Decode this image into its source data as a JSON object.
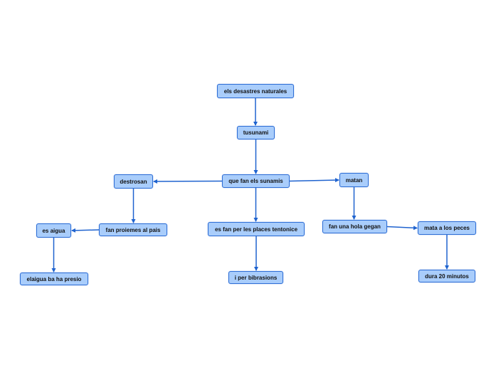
{
  "mindmap": {
    "nodes": [
      {
        "id": "n_desastres",
        "label": "els desastres naturales"
      },
      {
        "id": "n_tusunami",
        "label": "tusunami"
      },
      {
        "id": "n_quefan",
        "label": "que fan els sunamis"
      },
      {
        "id": "n_destrosan",
        "label": "destrosan"
      },
      {
        "id": "n_matan",
        "label": "matan"
      },
      {
        "id": "n_problemes",
        "label": "fan proiemes al pais"
      },
      {
        "id": "n_esaigua",
        "label": "es aigua"
      },
      {
        "id": "n_elaigua",
        "label": "elaigua ba ha presio"
      },
      {
        "id": "n_placas",
        "label": "es fan per les places tentonice"
      },
      {
        "id": "n_vibrasions",
        "label": "i per bibrasions"
      },
      {
        "id": "n_hola",
        "label": "fan una hola gegan"
      },
      {
        "id": "n_peces",
        "label": "mata a los peces"
      },
      {
        "id": "n_minutos",
        "label": "dura 20 minutos"
      }
    ],
    "edges": [
      {
        "from": "n_desastres",
        "to": "n_tusunami"
      },
      {
        "from": "n_tusunami",
        "to": "n_quefan"
      },
      {
        "from": "n_quefan",
        "to": "n_destrosan"
      },
      {
        "from": "n_quefan",
        "to": "n_matan"
      },
      {
        "from": "n_quefan",
        "to": "n_placas"
      },
      {
        "from": "n_destrosan",
        "to": "n_problemes"
      },
      {
        "from": "n_problemes",
        "to": "n_esaigua"
      },
      {
        "from": "n_esaigua",
        "to": "n_elaigua"
      },
      {
        "from": "n_placas",
        "to": "n_vibrasions"
      },
      {
        "from": "n_matan",
        "to": "n_hola"
      },
      {
        "from": "n_hola",
        "to": "n_peces"
      },
      {
        "from": "n_peces",
        "to": "n_minutos"
      }
    ]
  }
}
